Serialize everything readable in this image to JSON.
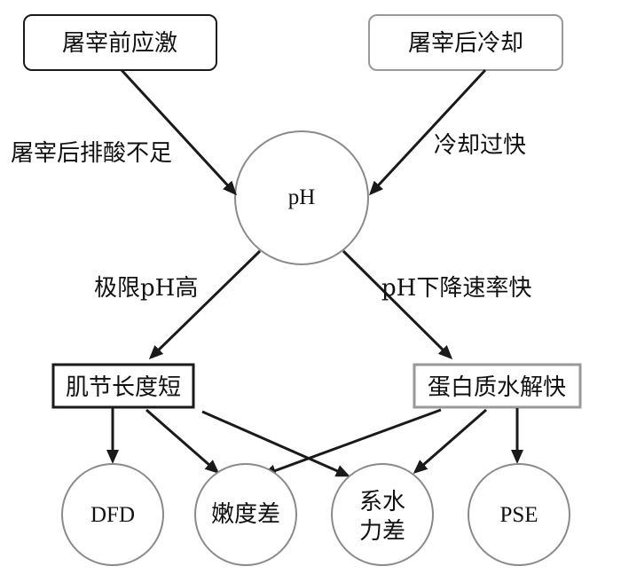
{
  "nodes": {
    "pre_slaughter_stress": "屠宰前应激",
    "post_slaughter_cooling": "屠宰后冷却",
    "ph": "pH",
    "short_sarcomere": "肌节长度短",
    "fast_proteolysis": "蛋白质水解快",
    "dfd": "DFD",
    "poor_tenderness": "嫩度差",
    "poor_wh_line1": "系水",
    "poor_wh_line2": "力差",
    "pse": "PSE"
  },
  "edge_labels": {
    "insufficient_acid_drainage": "屠宰后排酸不足",
    "cooling_too_fast": "冷却过快",
    "high_ultimate_ph": "极限pH高",
    "fast_ph_decline": "pH下降速率快"
  },
  "colors": {
    "stroke": "#1a1a1a",
    "light_stroke": "#999999",
    "circle_stroke": "#8a8a8a",
    "text": "#111111"
  }
}
